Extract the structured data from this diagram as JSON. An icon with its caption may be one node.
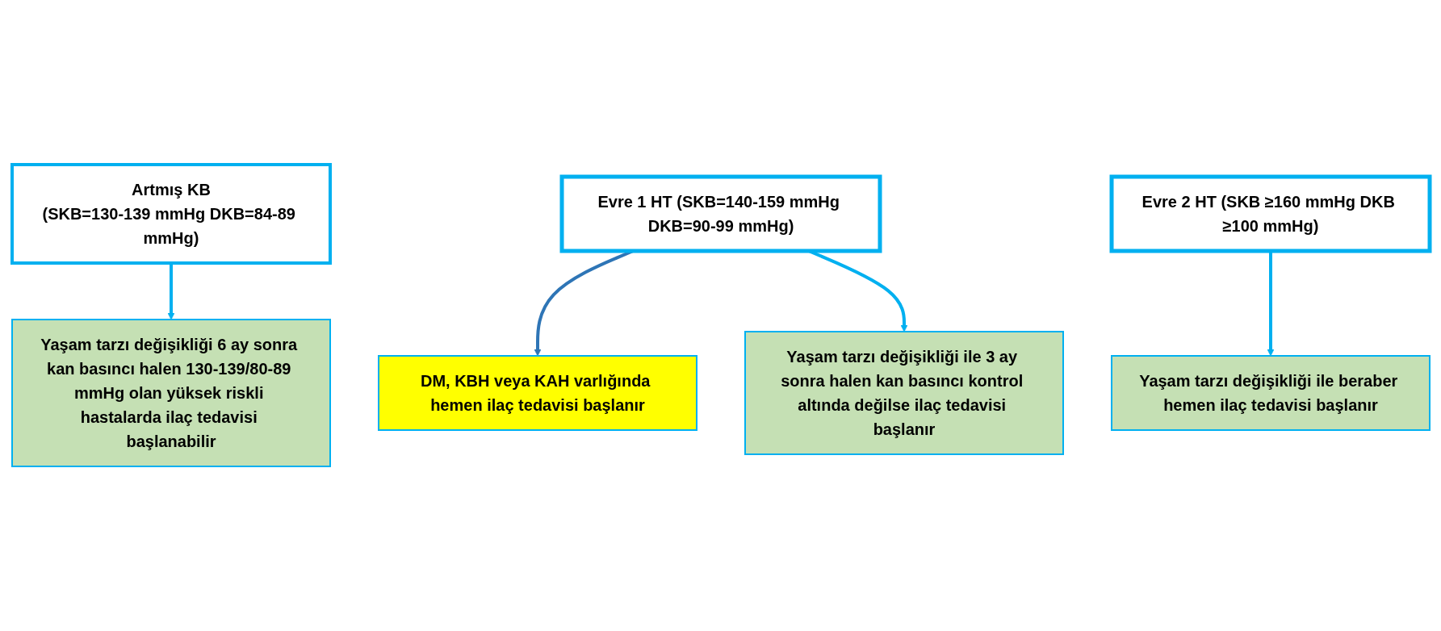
{
  "diagram": {
    "nodes": [
      {
        "text": [
          "Artmış KB",
          "(SKB=130-139 mmHg DKB=84-89 mmHg)"
        ]
      },
      {
        "text": [
          "Evre 1 HT (SKB=140-159 mmHg DKB=90-99 mmHg)"
        ]
      },
      {
        "text": [
          "Evre 2 HT (SKB ≥160 mmHg DKB ≥100 mmHg)"
        ]
      },
      {
        "text": [
          "Yaşam tarzı değişikliği 6 ay sonra kan basıncı halen 130-139/80-89 mmHg olan yüksek riskli hastalarda ilaç tedavisi başlanabilir"
        ]
      },
      {
        "text": [
          "Yaşam tarzı değişikliği ile beraber hemen ilaç tedavisi başlanır"
        ]
      },
      {
        "text": [
          "DM, KBH veya KAH varlığında hemen ilaç tedavisi başlanır"
        ]
      },
      {
        "text": [
          "Yaşam tarzı değişikliği ile 3 ay sonra halen kan basıncı kontrol altında değilse ilaç tedavisi başlanır"
        ]
      }
    ],
    "edges": [
      {
        "from": 0,
        "to": 3,
        "arrow": "to"
      },
      {
        "from": 2,
        "to": 4,
        "arrow": "to"
      },
      {
        "from": 1,
        "to": 5,
        "arrow": "to",
        "color": "#2e75b6"
      },
      {
        "from": 1,
        "to": 6,
        "arrow": "to"
      }
    ]
  }
}
